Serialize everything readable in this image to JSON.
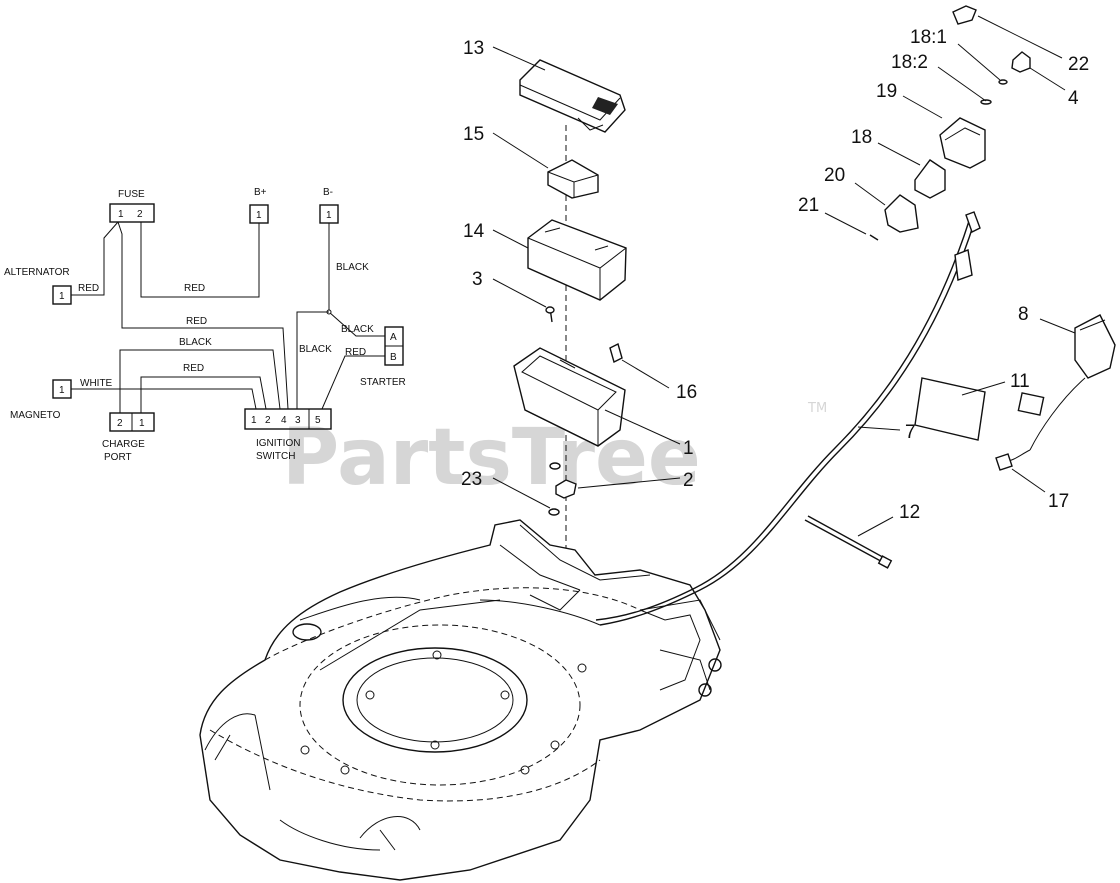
{
  "watermark": {
    "text": "PartsTree",
    "tm": "TM"
  },
  "wiring": {
    "fuse_label": "FUSE",
    "fuse_pins": [
      "1",
      "2"
    ],
    "bplus_label": "B+",
    "bplus_pin": "1",
    "bminus_label": "B-",
    "bminus_pin": "1",
    "alternator_label": "ALTERNATOR",
    "alternator_pin": "1",
    "magneto_label": "MAGNETO",
    "magneto_pin": "1",
    "charge_port_label_1": "CHARGE",
    "charge_port_label_2": "PORT",
    "charge_port_pins": [
      "2",
      "1"
    ],
    "ignition_label_1": "IGNITION",
    "ignition_label_2": "SWITCH",
    "ignition_pins": [
      "1",
      "2",
      "4",
      "3",
      "5"
    ],
    "starter_label": "STARTER",
    "starter_pins": [
      "A",
      "B"
    ],
    "wire_labels": {
      "alt_red": "RED",
      "fuse_bplus_red": "RED",
      "fuse_ign_red": "RED",
      "bminus_black": "BLACK",
      "starter_black": "BLACK",
      "ign_black_top": "BLACK",
      "ign_black_side": "BLACK",
      "starter_red": "RED",
      "magneto_white": "WHITE",
      "charge_red": "RED"
    }
  },
  "callouts": {
    "c1": "1",
    "c2": "2",
    "c3": "3",
    "c4": "4",
    "c7": "7",
    "c8": "8",
    "c11": "11",
    "c12": "12",
    "c13": "13",
    "c14": "14",
    "c15": "15",
    "c16": "16",
    "c17": "17",
    "c18": "18",
    "c18_1": "18:1",
    "c18_2": "18:2",
    "c19": "19",
    "c20": "20",
    "c21": "21",
    "c22": "22",
    "c23": "23"
  }
}
